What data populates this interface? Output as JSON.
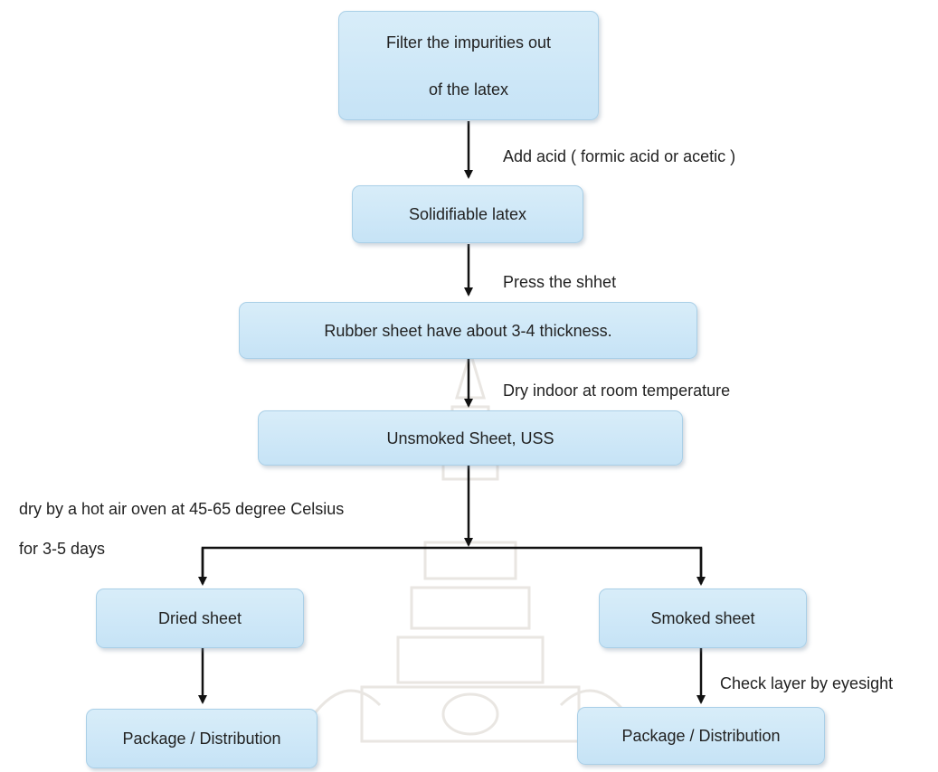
{
  "nodes": {
    "filter": "Filter the impurities out of the latex",
    "solidify": "Solidifiable latex",
    "rubber_sheet": "Rubber sheet have about 3-4 thickness.",
    "unsmoked": "Unsmoked Sheet, USS",
    "dried": "Dried sheet",
    "smoked": "Smoked sheet",
    "package_left": "Package / Distribution",
    "package_right": "Package / Distribution"
  },
  "edges": {
    "add_acid": "Add acid ( formic acid or acetic )",
    "press": "Press the shhet",
    "dry_indoor": "Dry indoor at room temperature",
    "hot_air_line1": "dry by a hot air oven at 45-65 degree Celsius",
    "hot_air_line2": "for 3-5 days",
    "check_layer": "Check layer by eyesight"
  }
}
